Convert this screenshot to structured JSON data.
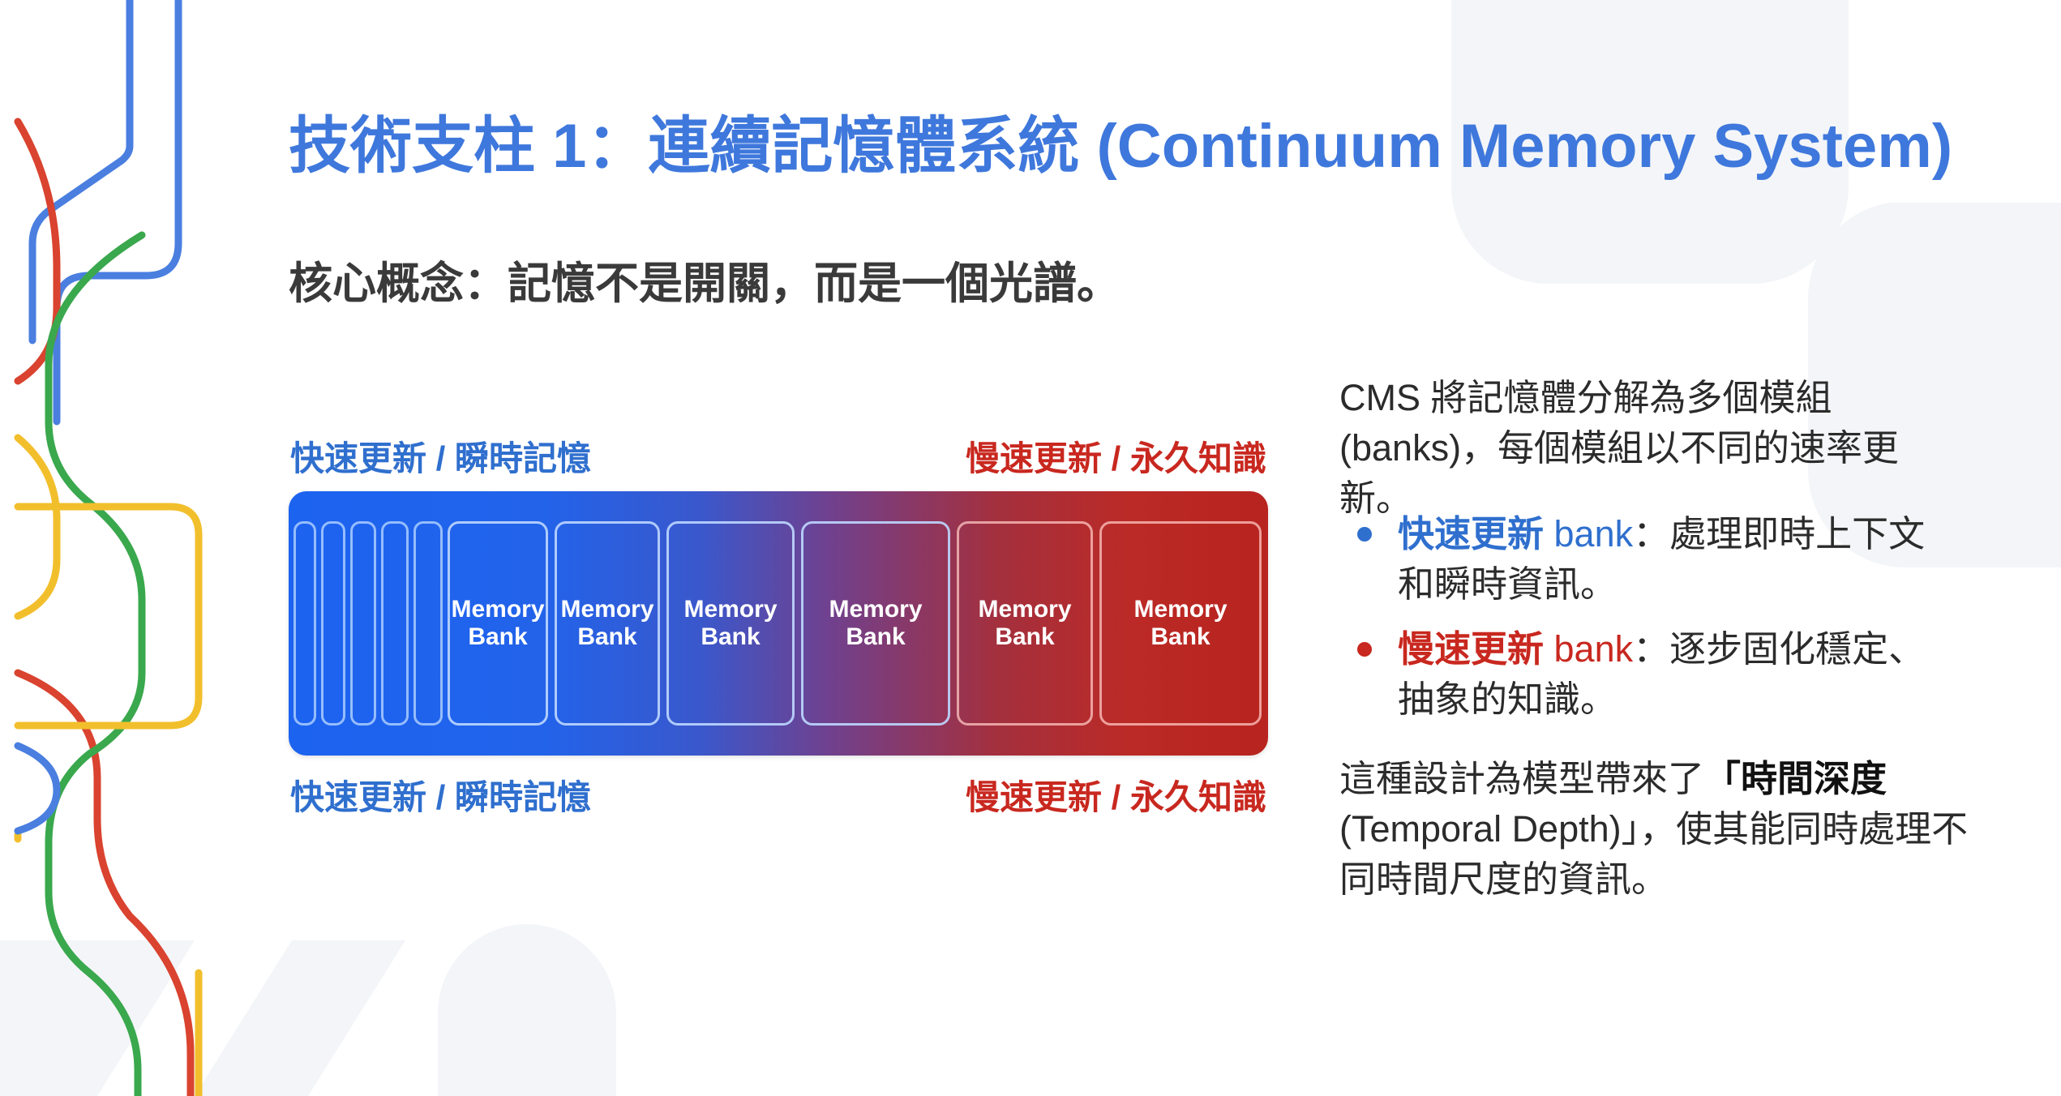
{
  "title": "技術支柱 1：連續記憶體系統 (Continuum Memory System)",
  "subtitle": "核心概念：記憶不是開關，而是一個光譜。",
  "spectrum": {
    "fast_label_top": "快速更新 / 瞬時記憶",
    "slow_label_top": "慢速更新 / 永久知識",
    "fast_label_bottom": "快速更新 / 瞬時記憶",
    "slow_label_bottom": "慢速更新 / 永久知識",
    "banks": [
      {
        "label": "Memory\nBank"
      },
      {
        "label": "Memory\nBank"
      },
      {
        "label": "Memory\nBank"
      },
      {
        "label": "Memory\nBank"
      },
      {
        "label": "Memory\nBank"
      },
      {
        "label": "Memory\nBank"
      }
    ]
  },
  "description": {
    "intro": "CMS 將記憶體分解為多個模組 (banks)，每個模組以不同的速率更新。",
    "bullets": [
      {
        "key": "快速更新",
        "bank_word": " bank",
        "text": "：處理即時上下文和瞬時資訊。",
        "color": "#2f6fce"
      },
      {
        "key": "慢速更新",
        "bank_word": " bank",
        "text": "：逐步固化穩定、抽象的知識。",
        "color": "#c8281f"
      }
    ],
    "closing_pre": "這種設計為模型帶來了",
    "closing_emph": "「時間深度",
    "closing_mid": "(Temporal Depth)」，使其能同時處理不同時間尺度的資訊。"
  },
  "colors": {
    "title": "#3f78dc",
    "fast": "#2f6fce",
    "slow": "#c8281f",
    "deco_blue": "#4a7fe0",
    "deco_red": "#d9432f",
    "deco_green": "#3aa84d",
    "deco_yellow": "#f2bf2c"
  }
}
